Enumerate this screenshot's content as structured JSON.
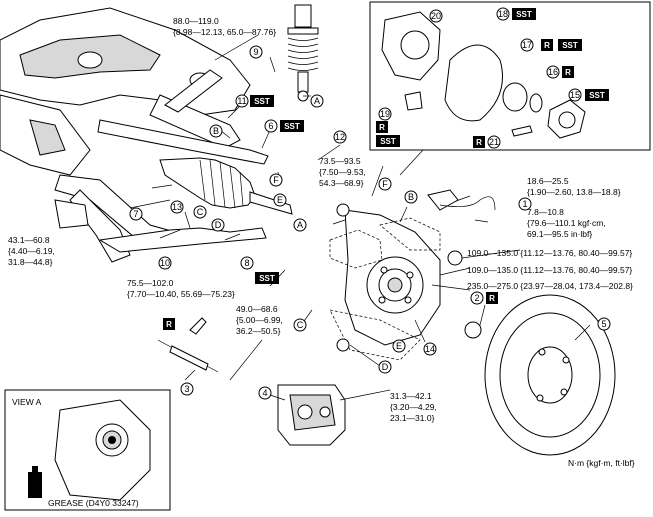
{
  "torques": {
    "t1": [
      "88.0—119.0",
      "{8.98—12.13, 65.0—87.76}"
    ],
    "t2": [
      "73.5—93.5",
      "{7.50—9.53,",
      "54.3—68.9}"
    ],
    "t3": [
      "18.6—25.5",
      "{1.90—2.60, 13.8—18.8}"
    ],
    "t4": [
      "7.8—10.8",
      "{79.6—110.1 kgf·cm,",
      "69.1—95.5 in·lbf}"
    ],
    "t5": [
      "109.0—135.0 {11.12—13.76, 80.40—99.57}"
    ],
    "t6": [
      "109.0—135.0 {11.12—13.76, 80.40—99.57}"
    ],
    "t7": [
      "235.0—275.0 {23.97—28.04, 173.4—202.8}"
    ],
    "t8": [
      "43.1—60.8",
      "{4.40—6.19,",
      "31.8—44.8}"
    ],
    "t9": [
      "75.5—102.0",
      "{7.70—10.40, 55.69—75.23}"
    ],
    "t10": [
      "49.0—68.6",
      "{5.00—6.99,",
      "36.2—50.5}"
    ],
    "t11": [
      "31.3—42.1",
      "{3.20—4.29,",
      "23.1—31.0}"
    ]
  },
  "part_numbers": {
    "p1": "1",
    "p2": "2",
    "p3": "3",
    "p4": "4",
    "p5": "5",
    "p6": "6",
    "p7": "7",
    "p8": "8",
    "p9": "9",
    "p10": "10",
    "p11": "11",
    "p12": "12",
    "p13": "13",
    "p14": "14",
    "p15": "15",
    "p16": "16",
    "p17": "17",
    "p18": "18",
    "p19": "19",
    "p20": "20",
    "p21": "21"
  },
  "letters": {
    "A": "A",
    "B": "B",
    "C": "C",
    "D": "D",
    "E": "E",
    "F": "F"
  },
  "tags": {
    "sst": "SST",
    "r": "R"
  },
  "view_a_label": "VIEW A",
  "grease_label": "GREASE (D4Y0 33247)",
  "unit_label": "N·m {kgf·m, ft·lbf}"
}
